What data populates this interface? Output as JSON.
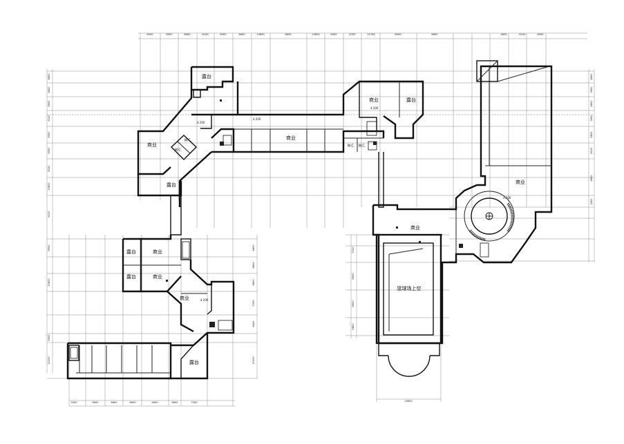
{
  "room_labels": {
    "terrace_top": "露台",
    "shop_upper_mid": "商业",
    "terrace_upper_right": "露台",
    "shop_west_wing": "商业",
    "shop_corridor": "商业",
    "wc_west_1": "W.C.",
    "wc_west_2": "W.C.",
    "wc_corr_1": "W.C.",
    "wc_corr_2": "W.C.",
    "terrace_west": "露台",
    "shop_east_big": "商业",
    "shop_center_link": "商业",
    "basketball_void": "篮球场上空",
    "terrace_sw_1": "露台",
    "shop_sw_1": "商业",
    "terrace_sw_2": "露台",
    "shop_sw_2": "商业",
    "shop_sw_3": "商业",
    "terrace_bottom": "露台"
  },
  "elevations": {
    "corridor_a": "4.200",
    "corridor_b": "4.200",
    "upper_mid": "4.200",
    "rotunda": "4.200",
    "sw_link": "4.200"
  },
  "dims_top": [
    "8900",
    "8900",
    "6600",
    "6100",
    "8900",
    "6600",
    "10600",
    "6600",
    "10600",
    "8900",
    "6700",
    "11700",
    "8900",
    "6600",
    "4800",
    "6100",
    "6500"
  ],
  "dims_left": [
    "4800",
    "4800",
    "6600",
    "6100",
    "8900",
    "6900",
    "8100",
    "10600",
    "6100",
    "8900",
    "10600",
    "4500",
    "11000"
  ],
  "dims_right": [
    "4800",
    "3600",
    "4800",
    "3600",
    "6600",
    "8100",
    "4800",
    "2400"
  ],
  "dims_bottom": [
    "3000",
    "6600",
    "6600",
    "6600",
    "4800",
    "6600",
    "7000"
  ],
  "dims_court_left": [
    "7100",
    "8600",
    "6600",
    "6800"
  ],
  "dims_court_bottom": [
    "10600"
  ],
  "dims_sw_right": [
    "4800",
    "4800",
    "4800",
    "7200",
    "8400",
    "11000"
  ]
}
